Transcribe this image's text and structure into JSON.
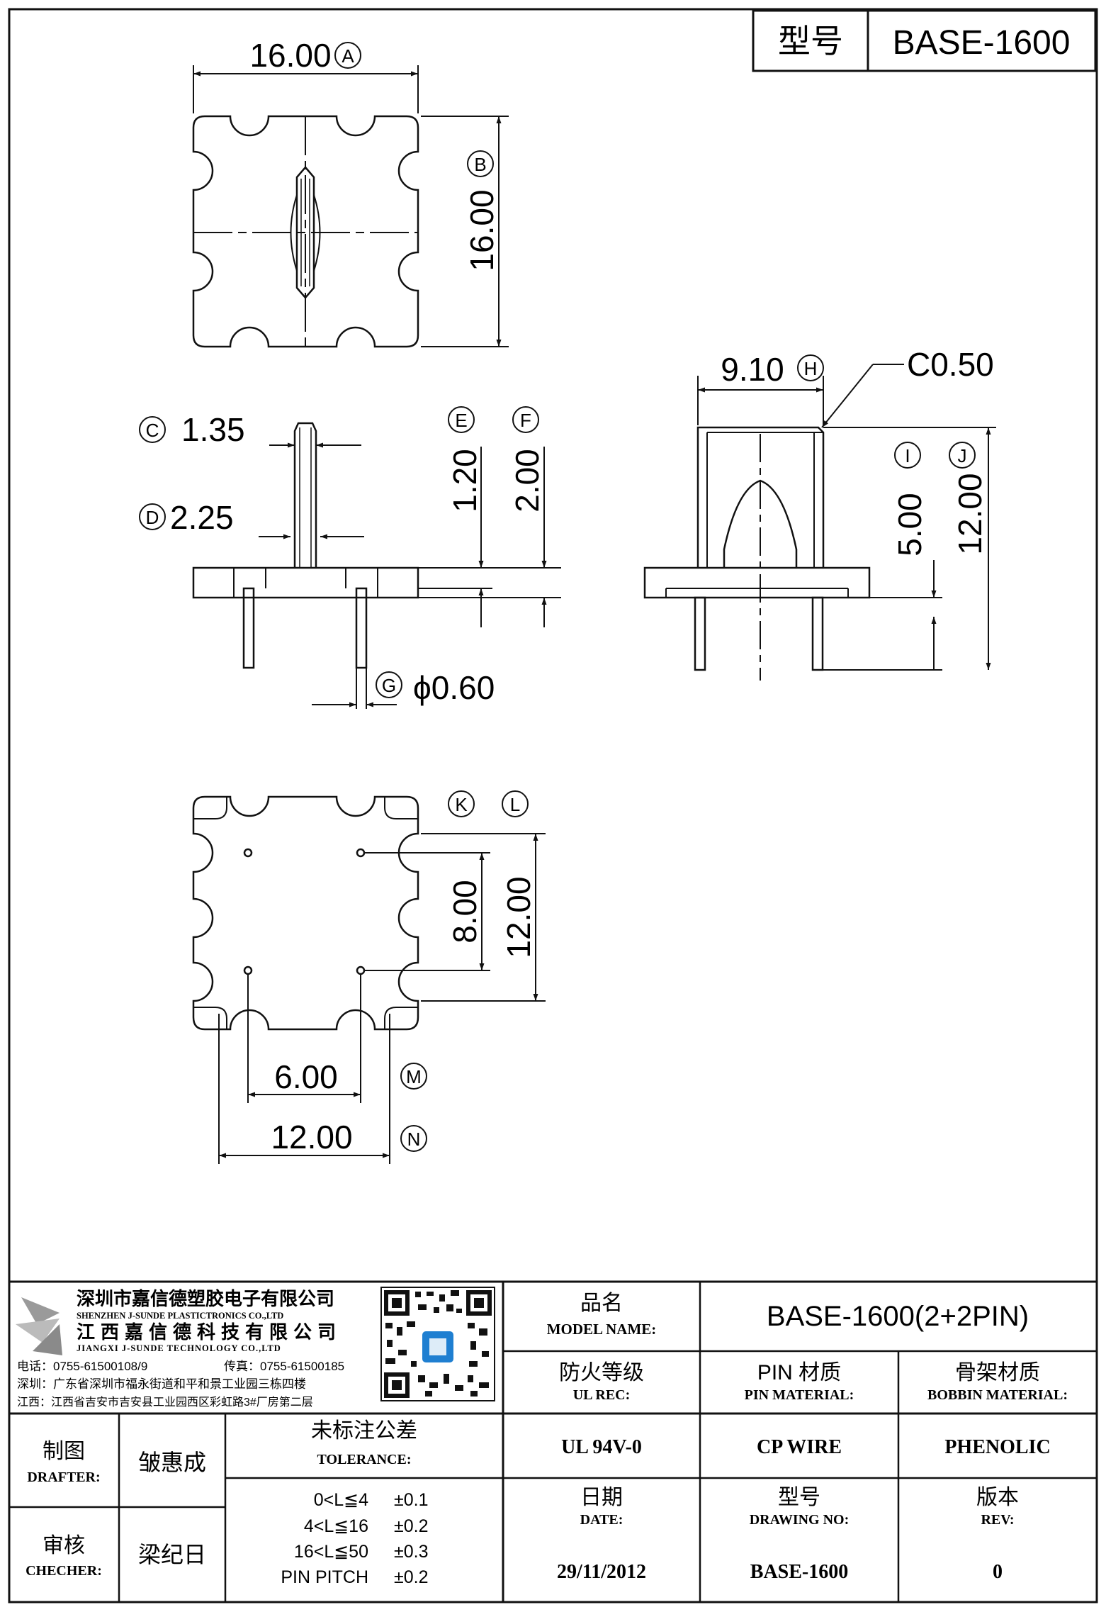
{
  "header": {
    "model_label": "型号",
    "model_value": "BASE-1600"
  },
  "dimensions": {
    "A": {
      "tag": "A",
      "value": "16.00"
    },
    "B": {
      "tag": "B",
      "value": "16.00"
    },
    "C": {
      "tag": "C",
      "value": "1.35"
    },
    "D": {
      "tag": "D",
      "value": "2.25"
    },
    "E": {
      "tag": "E",
      "value": "1.20"
    },
    "F": {
      "tag": "F",
      "value": "2.00"
    },
    "G": {
      "tag": "G",
      "value": "ϕ0.60"
    },
    "H": {
      "tag": "H",
      "value": "9.10"
    },
    "chamfer": "C0.50",
    "I": {
      "tag": "I",
      "value": "5.00"
    },
    "J": {
      "tag": "J",
      "value": "12.00"
    },
    "K": {
      "tag": "K",
      "value": "8.00"
    },
    "L": {
      "tag": "L",
      "value": "12.00"
    },
    "M": {
      "tag": "M",
      "value": "6.00"
    },
    "N": {
      "tag": "N",
      "value": "12.00"
    }
  },
  "company": {
    "name_cn_1": "深圳市嘉信德塑胶电子有限公司",
    "name_en_1": "SHENZHEN J-SUNDE PLASTICTRONICS CO.,LTD",
    "name_cn_2": "江西嘉信德科技有限公司",
    "name_en_2": "JIANGXI J-SUNDE TECHNOLOGY CO.,LTD",
    "phone": "电话：0755-61500108/9",
    "fax": "传真：0755-61500185",
    "addr_sz": "深圳：广东省深圳市福永街道和平和景工业园三栋四楼",
    "addr_jx": "江西：江西省吉安市吉安县工业园西区彩虹路3#厂房第二层"
  },
  "title_block": {
    "model_name_cn": "品名",
    "model_name_en": "MODEL NAME:",
    "model_name_value": "BASE-1600(2+2PIN)",
    "ul_cn": "防火等级",
    "ul_en": "UL REC:",
    "ul_value": "UL 94V-0",
    "pin_cn": "PIN 材质",
    "pin_en": "PIN MATERIAL:",
    "pin_value": "CP WIRE",
    "bobbin_cn": "骨架材质",
    "bobbin_en": "BOBBIN MATERIAL:",
    "bobbin_value": "PHENOLIC",
    "drafter_cn": "制图",
    "drafter_en": "DRAFTER:",
    "drafter_value": "皱惠成",
    "checker_cn": "审核",
    "checker_en": "CHECHER:",
    "checker_value": "梁纪日",
    "tolerance_cn": "未标注公差",
    "tolerance_en": "TOLERANCE:",
    "tolerances": [
      {
        "range": "0<L≦4",
        "value": "±0.1"
      },
      {
        "range": "4<L≦16",
        "value": "±0.2"
      },
      {
        "range": "16<L≦50",
        "value": "±0.3"
      },
      {
        "range": "PIN PITCH",
        "value": "±0.2"
      }
    ],
    "date_cn": "日期",
    "date_en": "DATE:",
    "date_value": "29/11/2012",
    "drawing_cn": "型号",
    "drawing_en": "DRAWING NO:",
    "drawing_value": "BASE-1600",
    "rev_cn": "版本",
    "rev_en": "REV:",
    "rev_value": "0"
  }
}
